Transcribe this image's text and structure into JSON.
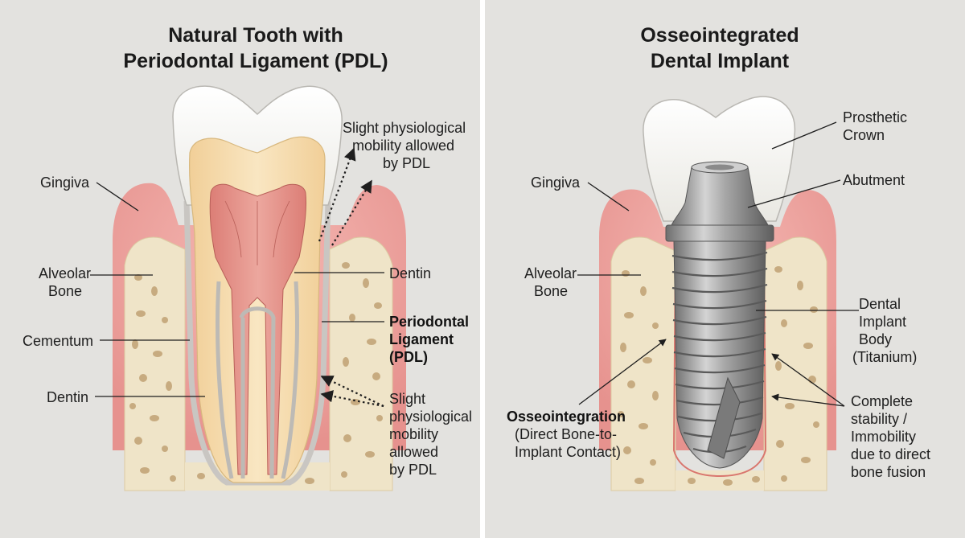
{
  "left_panel": {
    "title_line1": "Natural Tooth with",
    "title_line2": "Periodontal Ligament (PDL)",
    "labels": {
      "gingiva": "Gingiva",
      "alveolar_bone_1": "Alveolar",
      "alveolar_bone_2": "Bone",
      "cementum": "Cementum",
      "dentin_left": "Dentin",
      "dentin_right": "Dentin",
      "pdl_1": "Periodontal",
      "pdl_2": "Ligament",
      "pdl_3": "(PDL)",
      "mobility_top_1": "Slight physiological",
      "mobility_top_2": "mobility allowed",
      "mobility_top_3": "by PDL",
      "mobility_bottom_1": "Slight",
      "mobility_bottom_2": "physiological",
      "mobility_bottom_3": "mobility",
      "mobility_bottom_4": "allowed",
      "mobility_bottom_5": "by PDL"
    }
  },
  "right_panel": {
    "title_line1": "Osseointegrated",
    "title_line2": "Dental Implant",
    "labels": {
      "gingiva": "Gingiva",
      "alveolar_bone_1": "Alveolar",
      "alveolar_bone_2": "Bone",
      "crown_1": "Prosthetic",
      "crown_2": "Crown",
      "abutment": "Abutment",
      "implant_1": "Dental",
      "implant_2": "Implant",
      "implant_3": "Body",
      "implant_4": "(Titanium)",
      "osseo_1": "Osseointegration",
      "osseo_2": "(Direct Bone-to-",
      "osseo_3": "Implant Contact)",
      "stability_1": "Complete",
      "stability_2": "stability /",
      "stability_3": "Immobility",
      "stability_4": "due to direct",
      "stability_5": "bone fusion"
    }
  },
  "colors": {
    "background": "#e3e2df",
    "gingiva": "#eea7a3",
    "bone": "#efe4c8",
    "bone_pore": "#c7ab80",
    "enamel": "#fbfaf7",
    "dentin": "#f6dcad",
    "pulp": "#e08c82",
    "titanium": "#9b9b9b",
    "divider": "#ffffff"
  }
}
